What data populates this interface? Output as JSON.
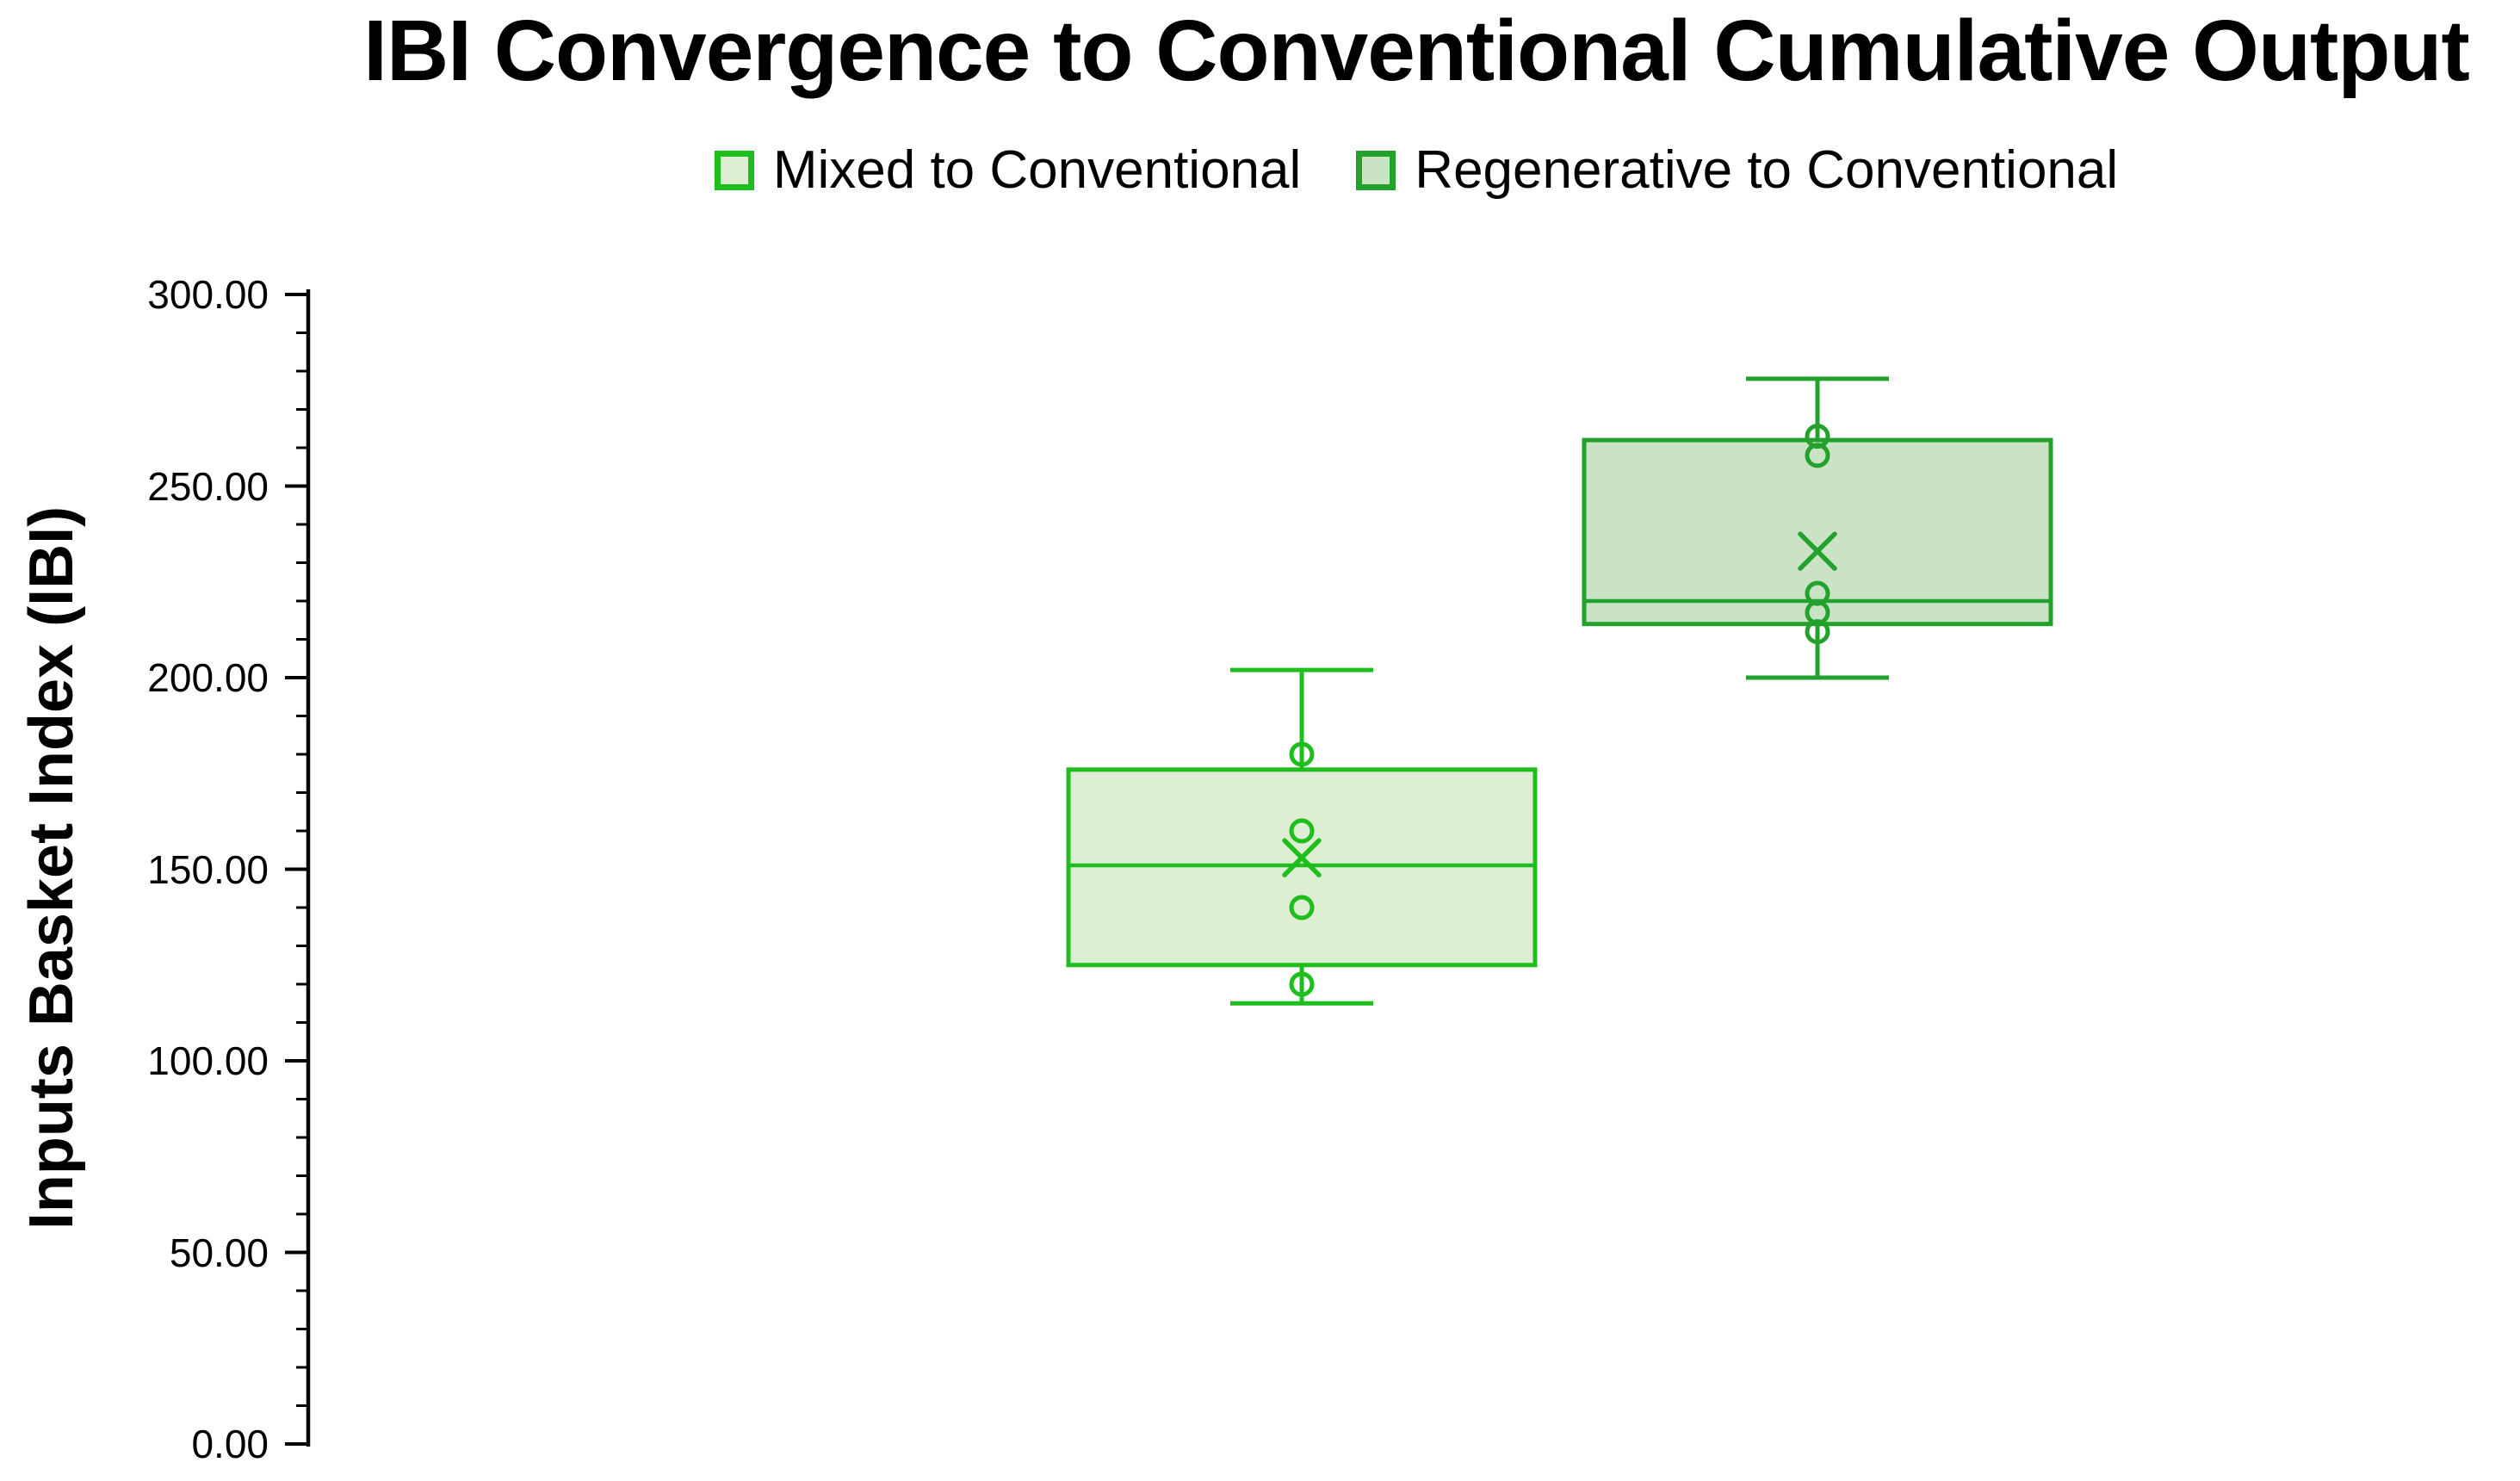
{
  "chart_data": {
    "type": "boxplot",
    "title": "IBI Convergence to Conventional Cumulative Output",
    "ylabel": "Inputs Basket Index (IBI)",
    "xlabel": "",
    "ylim": [
      0,
      300
    ],
    "y_major_tick_interval": 50,
    "y_minor_tick_interval": 10,
    "grid": false,
    "legend_position": "top-center",
    "y_tick_labels": [
      "300.00",
      "250.00",
      "200.00",
      "150.00",
      "100.00",
      "50.00",
      "0.00"
    ],
    "y_tick_values": [
      300,
      250,
      200,
      150,
      100,
      50,
      0
    ],
    "series": [
      {
        "name": "Mixed to Conventional",
        "min": 115,
        "q1": 125,
        "median": 151,
        "mean": 153,
        "q3": 176,
        "max": 202,
        "data_points": [
          120,
          140,
          160,
          180
        ],
        "fill": "#deeed3",
        "stroke": "#1ebe1e"
      },
      {
        "name": "Regenerative to Conventional",
        "min": 200,
        "q1": 214,
        "median": 220,
        "mean": 233,
        "q3": 262,
        "max": 278,
        "data_points": [
          212,
          217,
          222,
          258,
          263
        ],
        "fill": "#c9e3c4",
        "stroke": "#22a12c"
      }
    ],
    "axis_color": "#000000",
    "background_color": "#ffffff"
  }
}
